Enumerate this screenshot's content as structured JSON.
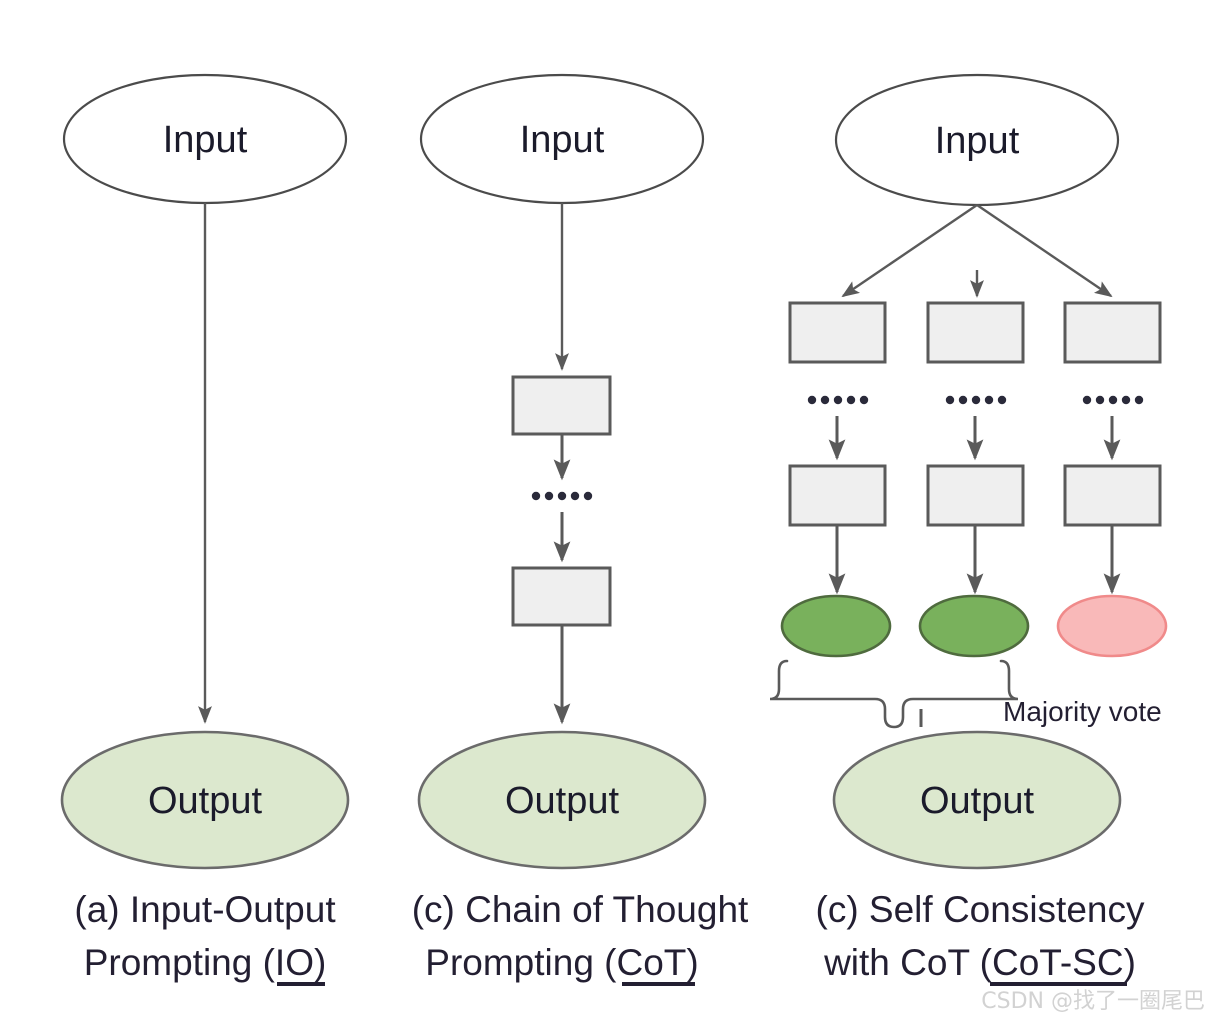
{
  "figure": {
    "background_color": "#ffffff",
    "stroke_color": "#5a5a5a",
    "text_color": "#231f32"
  },
  "colors": {
    "box_fill": "#efefef",
    "box_stroke": "#5a5a5a",
    "output_ellipse_fill": "#dce8ce",
    "correct_ellipse_fill": "#79b15c",
    "incorrect_ellipse_fill": "#f9b9b9",
    "input_ellipse_fill": "#ffffff",
    "watermark_color": "#d2d2d2"
  },
  "panels": [
    {
      "id": "io",
      "input_label": "Input",
      "output_label": "Output",
      "caption_line1": "(a) Input-Output",
      "caption_line2_before": "Prompting (",
      "caption_line2_underlined": "IO",
      "caption_line2_after": ")",
      "intermediate_steps": [],
      "ellipsis": ""
    },
    {
      "id": "cot",
      "input_label": "Input",
      "output_label": "Output",
      "caption_line1": "(c) Chain of Thought",
      "caption_line2_before": "Prompting (",
      "caption_line2_underlined": "CoT",
      "caption_line2_after": ")",
      "intermediate_steps": [
        "",
        ""
      ],
      "ellipsis": "······"
    },
    {
      "id": "cot-sc",
      "input_label": "Input",
      "output_label": "Output",
      "caption_line1": "(c) Self Consistency",
      "caption_line2_before": "with CoT (",
      "caption_line2_underlined": "CoT-SC",
      "caption_line2_after": ")",
      "annotation": "Majority vote",
      "branches": [
        {
          "index": 1,
          "step_top": "",
          "step_bottom": "",
          "ellipsis": "······",
          "result": "correct"
        },
        {
          "index": 2,
          "step_top": "",
          "step_bottom": "",
          "ellipsis": "······",
          "result": "correct"
        },
        {
          "index": 3,
          "step_top": "",
          "step_bottom": "",
          "ellipsis": "······",
          "result": "incorrect"
        }
      ]
    }
  ],
  "watermark": {
    "text": "CSDN @找了一圈尾巴"
  }
}
